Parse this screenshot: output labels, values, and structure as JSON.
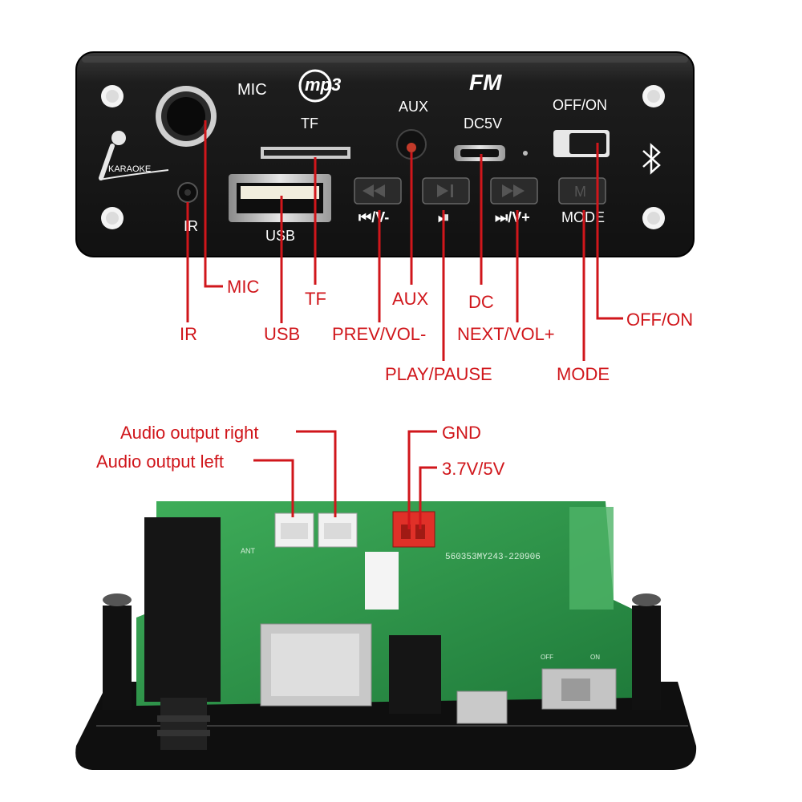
{
  "panel": {
    "mic": "MIC",
    "mp3_logo": "mp3",
    "tf": "TF",
    "fm_logo": "FM",
    "aux": "AUX",
    "dc5v": "DC5V",
    "off_on": "OFF/ON",
    "karaoke": "KARAOKE",
    "ir": "IR",
    "usb": "USB",
    "prev_vol": "⏮/V-",
    "play_pause": "⏯",
    "next_vol": "⏭/V+",
    "mode": "MODE"
  },
  "callouts": {
    "mic": "MIC",
    "tf": "TF",
    "aux": "AUX",
    "dc": "DC",
    "off_on": "OFF/ON",
    "ir": "IR",
    "usb": "USB",
    "prev_vol": "PREV/VOL-",
    "next_vol": "NEXT/VOL+",
    "play_pause": "PLAY/PAUSE",
    "mode": "MODE"
  },
  "board_callouts": {
    "audio_right": "Audio output right",
    "audio_left": "Audio output left",
    "gnd": "GND",
    "power": "3.7V/5V"
  },
  "board": {
    "silkscreen": "560353MY243-220906",
    "ant": "ANT",
    "off": "OFF",
    "on": "ON"
  },
  "colors": {
    "callout_red": "#d0161b",
    "panel_black": "#1b1b1b",
    "pcb_green": "#2f9a4c"
  }
}
